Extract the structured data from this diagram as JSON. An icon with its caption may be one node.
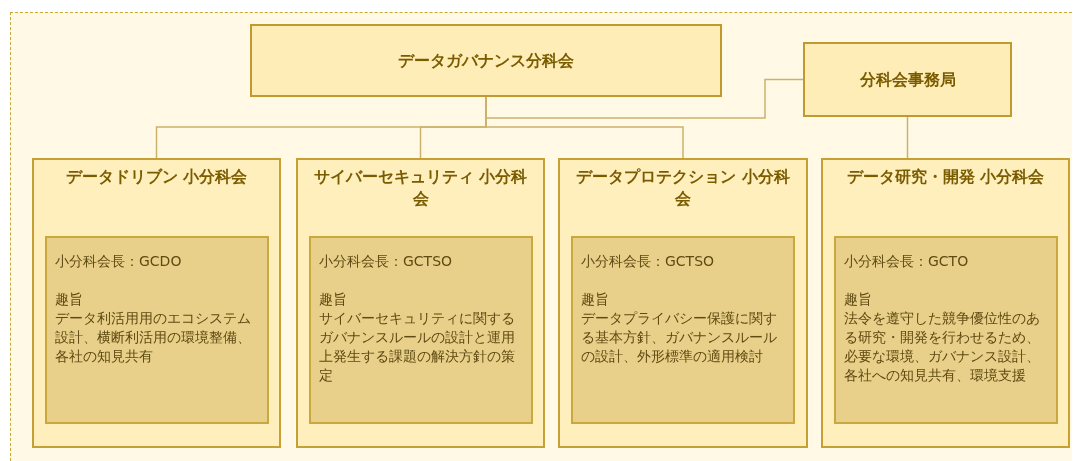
{
  "diagram": {
    "nodes": [
      {
        "text": [
          "データガバナンス分科会"
        ]
      },
      {
        "text": [
          "分科会事務局"
        ]
      },
      {
        "text": [
          "データドリブン 小分科会"
        ]
      },
      {
        "text": [
          "小分科会長：GCDO",
          "趣旨",
          "データ利活用用のエコシステム設計、横断利活用の環境整備、各社の知見共有"
        ],
        "in": 2
      },
      {
        "text": [
          "サイバーセキュリティ 小分科会"
        ]
      },
      {
        "text": [
          "小分科会長：GCTSO",
          "趣旨",
          "サイバーセキュリティに関するガバナンスルールの設計と運用上発生する課題の解決方針の策定"
        ],
        "in": 4
      },
      {
        "text": [
          "データプロテクション 小分科会"
        ]
      },
      {
        "text": [
          "小分科会長：GCTSO",
          "趣旨",
          "データプライバシー保護に関する基本方針、ガバナンスルールの設計、外形標準の適用検討"
        ],
        "in": 6
      },
      {
        "text": [
          "データ研究・開発 小分科会"
        ]
      },
      {
        "text": [
          "小分科会長：GCTO",
          "趣旨",
          "法令を遵守した競争優位性のある研究・開発を行わせるため、必要な環境、ガバナンス設計、各社への知見共有、環境支援"
        ],
        "in": 8
      }
    ],
    "edges": [
      {
        "from": 0,
        "to": 2,
        "arrow": "none"
      },
      {
        "from": 0,
        "to": 4,
        "arrow": "none"
      },
      {
        "from": 0,
        "to": 6,
        "arrow": "none"
      },
      {
        "from": 0,
        "to": 1,
        "arrow": "none"
      },
      {
        "from": 1,
        "to": 8,
        "arrow": "none"
      }
    ]
  }
}
